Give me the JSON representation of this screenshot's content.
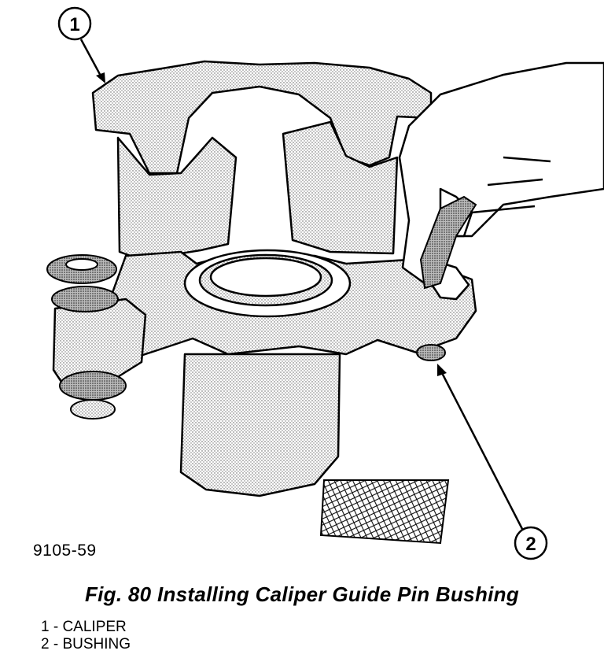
{
  "figure": {
    "code": "9105-59",
    "caption": "Fig. 80 Installing Caliper Guide Pin Bushing",
    "callouts": [
      {
        "number": "1"
      },
      {
        "number": "2"
      }
    ],
    "legend": [
      {
        "text": "1 - CALIPER"
      },
      {
        "text": "2 - BUSHING"
      }
    ]
  }
}
